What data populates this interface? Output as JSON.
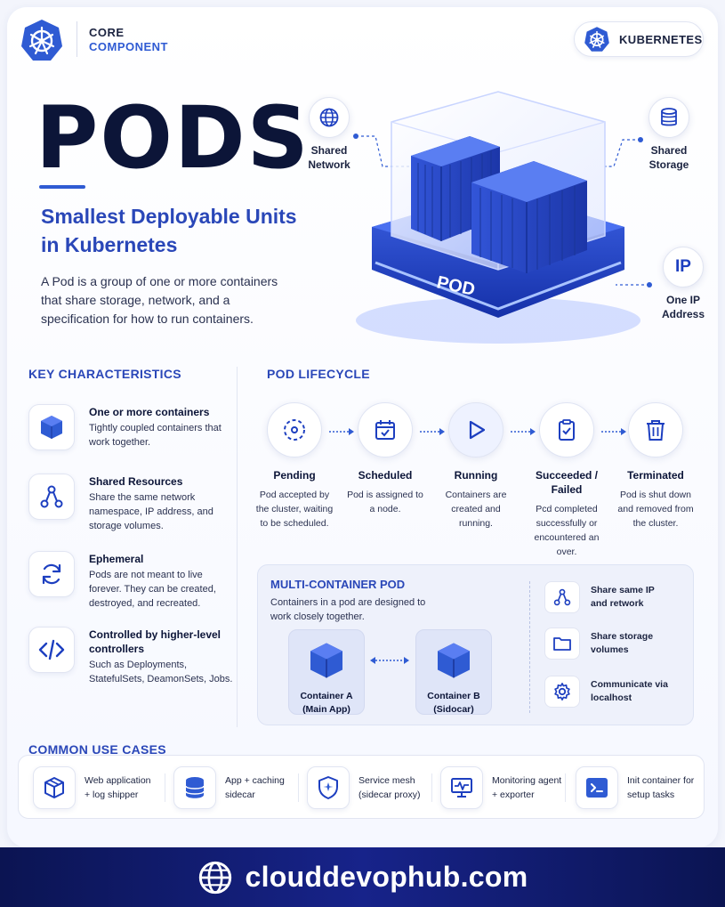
{
  "brand": {
    "line1": "CORE",
    "line2": "COMPONENT"
  },
  "badge": {
    "label": "KUBERNETES"
  },
  "title": "PODS",
  "subtitle": "Smallest Deployable Units in Kubernetes",
  "intro": "A Pod is a group of one or more containers that share storage, network, and a specification for how to run containers.",
  "hero": {
    "pod_label": "POD",
    "features": {
      "network": "Shared Network",
      "storage": "Shared Storage",
      "ip_glyph": "IP",
      "ip": "One IP Address"
    }
  },
  "characteristics": {
    "heading": "KEY CHARACTERISTICS",
    "items": [
      {
        "title": "One or more containers",
        "desc": "Tightly coupled containers that work together.",
        "icon": "cube-icon"
      },
      {
        "title": "Shared Resources",
        "desc": "Share the same network namespace, IP address, and storage volumes.",
        "icon": "share-nodes-icon"
      },
      {
        "title": "Ephemeral",
        "desc": "Pods are not meant to live forever. They can be created, destroyed, and recreated.",
        "icon": "refresh-icon"
      },
      {
        "title": "Controlled by higher-level controllers",
        "desc": "Such as Deployments, StatefulSets, DeamonSets, Jobs.",
        "icon": "code-icon"
      }
    ]
  },
  "lifecycle": {
    "heading": "POD LIFECYCLE",
    "stages": [
      {
        "name": "Pending",
        "desc": "Pod accepted by the cluster, waiting to be scheduled."
      },
      {
        "name": "Scheduled",
        "desc": "Pod is assigned to a node."
      },
      {
        "name": "Running",
        "desc": "Containers are created and running."
      },
      {
        "name": "Succeeded / Failed",
        "desc": "Pcd completed successfully or encountered an over."
      },
      {
        "name": "Terminated",
        "desc": "Pod is shut down and removed from the cluster."
      }
    ]
  },
  "multi": {
    "heading": "MULTI-CONTAINER POD",
    "desc": "Containers in a pod are designed to work closely together.",
    "container_a": {
      "line1": "Container A",
      "line2": "(Main App)"
    },
    "container_b": {
      "line1": "Container B",
      "line2": "(Sidocar)"
    },
    "features": [
      {
        "line1": "Share same IP",
        "line2": "and retwork"
      },
      {
        "line1": "Share storage",
        "line2": "volumes"
      },
      {
        "line1": "Communicate via",
        "line2": "localhost"
      }
    ]
  },
  "use_cases": {
    "heading": "COMMON USE CASES",
    "items": [
      {
        "line1": "Web application",
        "line2": "+ log shipper"
      },
      {
        "line1": "App + caching",
        "line2": "sidecar"
      },
      {
        "line1": "Service mesh",
        "line2": "(sidecar proxy)"
      },
      {
        "line1": "Monitoring agent",
        "line2": "+ exporter"
      },
      {
        "line1": "Init container for",
        "line2": "setup tasks"
      }
    ]
  },
  "footer": {
    "url": "clouddevophub.com"
  },
  "colors": {
    "accent": "#2f5bd3",
    "dark": "#0c1538",
    "footer": "#0b1452"
  }
}
